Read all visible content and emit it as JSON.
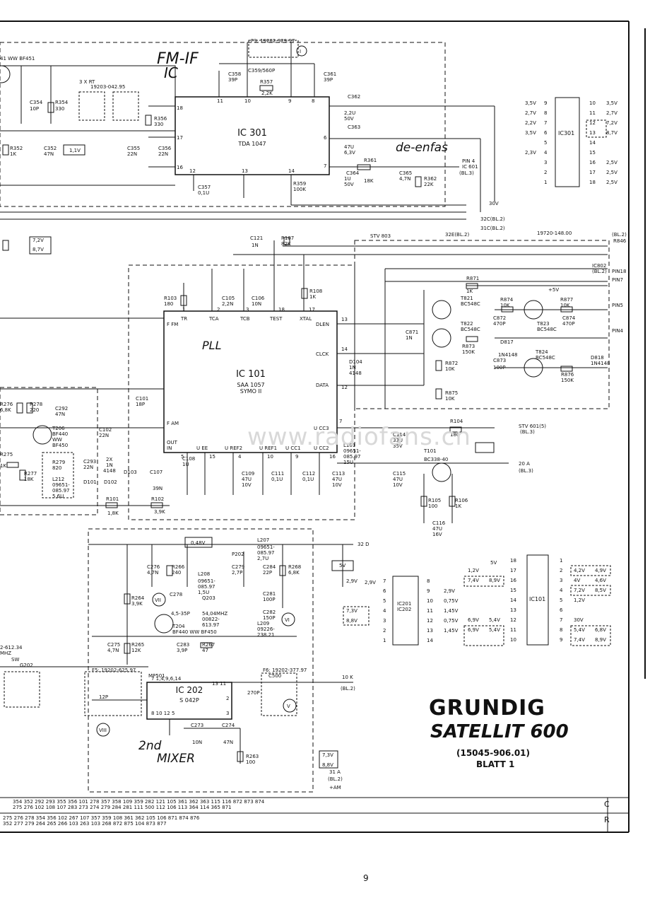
{
  "title_block": {
    "brand": "GRUNDIG",
    "model": "SATELLIT 600",
    "doc_number": "(15045-906.01)",
    "sheet": "BLATT 1",
    "page_number": "9",
    "watermark": "www.radiofans.cn"
  },
  "annotations": {
    "fm_if": "FM-IF",
    "ic": "IC",
    "de_emfasis": "de-enfas",
    "pll": "PLL",
    "second_mixer": "2nd",
    "mixer": "MIXER"
  },
  "ic301": {
    "name": "IC 301",
    "part": "TDA 1047",
    "pins_left": [
      "18",
      "17",
      "16"
    ],
    "pins_top": [
      "11",
      "10",
      "9",
      "8"
    ],
    "pins_bottom": [
      "12",
      "13",
      "14"
    ],
    "pins_right": [
      "6",
      "7"
    ]
  },
  "ic101": {
    "name": "IC 101",
    "part": "SAA 1057",
    "part2": "SYMO II",
    "pins_top": [
      "TR",
      "TCA",
      "TCB",
      "TEST",
      "XTAL"
    ],
    "pins_top_num": [
      "1",
      "2",
      "3",
      "18",
      "17"
    ],
    "pin_fm": "F FM",
    "pin_am": "F AM",
    "pin_out": "OUT",
    "pin_in": "IN",
    "right_pins": [
      "DLEN",
      "CLCK",
      "DATA"
    ],
    "right_nums": [
      "13",
      "14",
      "12"
    ],
    "bottom_pins": [
      "U EE",
      "U REF2",
      "U REF1",
      "U CC1",
      "U CC2",
      "U CC3"
    ],
    "bottom_nums": [
      "5",
      "15",
      "4",
      "10",
      "9",
      "16",
      "7"
    ]
  },
  "ic202": {
    "name": "IC 202",
    "part": "S 042P",
    "pins_top": "7   1,4,9,6,14",
    "pins_top2": "13  11",
    "pins_bottom": "8   10  12   5",
    "pins_right": [
      "2",
      "3"
    ]
  },
  "ic301_table": {
    "label": "IC301",
    "left_volts": [
      "3,5V",
      "2,7V",
      "2,2V",
      "3,5V",
      "",
      "2,3V",
      "",
      "",
      ""
    ],
    "left_pins": [
      "9",
      "8",
      "7",
      "6",
      "5",
      "4",
      "3",
      "2",
      "1"
    ],
    "right_pins": [
      "10",
      "11",
      "12",
      "13",
      "14",
      "15",
      "16",
      "17",
      "18"
    ],
    "right_volts": [
      "3,5V",
      "2,7V",
      "7,2V",
      "8,7V",
      "",
      "",
      "2,5V",
      "2,5V",
      "2,5V"
    ]
  },
  "ic201_table": {
    "label": "IC201",
    "label2": "IC202",
    "left_pins": [
      "7",
      "6",
      "5",
      "4",
      "3",
      "2",
      "1"
    ],
    "right_pins": [
      "8",
      "9",
      "10",
      "11",
      "12",
      "13",
      "14"
    ],
    "left_volts": [
      "2,9V",
      "",
      "",
      "7,3V",
      "8,8V",
      "",
      ""
    ],
    "right_volts": [
      "",
      "2,9V",
      "0,75V",
      "1,45V",
      "0,75V",
      "1,45V",
      ""
    ]
  },
  "ic101_table": {
    "label": "IC101",
    "top": "5V",
    "left_pins": [
      "18",
      "17",
      "16",
      "15",
      "14",
      "13",
      "12",
      "11",
      "10"
    ],
    "right_pins": [
      "1",
      "2",
      "3",
      "4",
      "5",
      "6",
      "7",
      "8",
      "9"
    ],
    "left_volts": [
      "",
      "1,2V",
      "7,4V",
      "",
      "",
      "",
      "6,9V",
      "6,9V",
      ""
    ],
    "left_volts2": [
      "",
      "",
      "8,9V",
      "",
      "",
      "",
      "5,4V",
      "5,4V",
      ""
    ],
    "right_volts": [
      "",
      "4,2V",
      "4V",
      "7,2V",
      "1,2V",
      "",
      "30V",
      "5,4V",
      "7,4V"
    ],
    "right_volts2": [
      "",
      "4,9V",
      "4,6V",
      "8,5V",
      "",
      "",
      "",
      "6,8V",
      "8,9V"
    ]
  },
  "components": {
    "f3": "F3: 19202-329.97",
    "f5": "F5: 19202-625.97",
    "f6": "F6: 19202-377.97",
    "rt": "3 X RT",
    "rt_part": "19203-042.95",
    "c358": "C358",
    "c358v": "39P",
    "c359": "C359/560P",
    "c361": "C361",
    "c361v": "39P",
    "r357": "R357",
    "r357v": "2,2K",
    "c362": "C362",
    "c362v": "2,2U",
    "c362w": "50V",
    "c363": "C363",
    "c363v": "47U",
    "c363w": "6,3V",
    "c364": "C364",
    "c364v": "1U",
    "c364w": "50V",
    "r361": "R361",
    "r361v": "18K",
    "c365": "C365",
    "c365v": "4,7N",
    "r362": "R362",
    "r362v": "22K",
    "r359": "R359",
    "r359v": "100K",
    "c357": "C357",
    "c357v": "0,1U",
    "c354": "C354",
    "c354v": "10P",
    "r354": "R354",
    "r354v": "330",
    "r356": "R356",
    "r356v": "330",
    "c355": "C355",
    "c355v": "22N",
    "c356": "C356",
    "c356v": "22N",
    "r352": "R352",
    "r352v": "1K",
    "c352": "C352",
    "c352v": "47N",
    "v11": "1,1V",
    "v30": "30V",
    "v72": "7,2V",
    "v87": "8,7V",
    "pin4": "PIN 4",
    "pin4b": "IC 601",
    "pin4c": "(BL.3)",
    "bl2a": "32C(BL.2)",
    "bl2b": "31C(BL.2)",
    "bl2c": "32E(BL.2)",
    "part19720": "19720-148.00",
    "bl2d": "(BL.2)",
    "r846": "R846",
    "ic802": "IC802",
    "ic802b": "(BL.2)",
    "pin18": "PIN18",
    "pin7": "PIN7",
    "pin5": "PIN5",
    "pin4r": "PIN4",
    "c121": "C121",
    "c121v": "1N",
    "r107": "R107",
    "r107v": "82K",
    "stv803": "STV 803",
    "r103": "R103",
    "r103v": "180",
    "c105": "C105",
    "c105v": "2,2N",
    "c106": "C106",
    "c106v": "10N",
    "r108": "R108",
    "r108v": "1K",
    "r871": "R871",
    "r871v": "1K",
    "v5": "+5V",
    "t821": "T821",
    "t821v": "BC548C",
    "r874": "R874",
    "r874v": "10K",
    "r877": "R877",
    "r877v": "10K",
    "t822": "T822",
    "t822v": "BC548C",
    "c872": "C872",
    "c872v": "470P",
    "t823": "T823",
    "t823v": "BC548C",
    "c874": "C874",
    "c874v": "470P",
    "c871": "C871",
    "c871v": "1N",
    "r873": "R873",
    "r873v": "150K",
    "d817": "D817",
    "d817v": "1N4148",
    "t824": "T824",
    "t824v": "BC548C",
    "d818": "D818",
    "d818v": "1N4148",
    "r872": "R872",
    "r872v": "10K",
    "c873": "C873",
    "c873v": "100P",
    "r876": "R876",
    "r876v": "150K",
    "r875": "R875",
    "r875v": "10K",
    "d104": "D104",
    "d104v": "1N",
    "d104w": "4148",
    "c101": "C101",
    "c101v": "18P",
    "c102": "C102",
    "c102v": "22N",
    "r104": "R104",
    "r104v": "180",
    "stv601": "STV 601(5)",
    "stv601b": "(BL.3)",
    "c114": "C114",
    "c114v": "33U",
    "c114w": "35V",
    "l101": "L101",
    "l101v": "09651-",
    "l101w": "085.97",
    "l101x": "15U",
    "t101": "T101",
    "t101v": "BC338-40",
    "am20": "20 A",
    "am20b": "(BL.3)",
    "c108": "C108",
    "c108v": "1U",
    "c109": "C109",
    "c109v": "47U",
    "c109w": "10V",
    "c111": "C111",
    "c111v": "0,1U",
    "c112": "C112",
    "c112v": "0,1U",
    "c113": "C113",
    "c113v": "47U",
    "c113w": "10V",
    "c115": "C115",
    "c115v": "47U",
    "c115w": "10V",
    "r105": "R105",
    "r105v": "100",
    "r106": "R106",
    "r106v": "1K",
    "c116": "C116",
    "c116v": "47U",
    "c116w": "16V",
    "r101": "R101",
    "r101v": "1,8K",
    "r102": "R102",
    "r102v": "3,9K",
    "c107": "C107",
    "c107v": "39N",
    "d101": "D101",
    "d102": "D102",
    "d103": "D103",
    "d2x": "2X",
    "d1n": "1N",
    "d4148": "4148",
    "c293": "C293",
    "c293v": "22N",
    "r276": "R276",
    "r276v": "6,8K",
    "r278": "R278",
    "r278v": "220",
    "c292": "C292",
    "c292v": "47N",
    "t206": "T206",
    "t206v": "BF440",
    "t206w": "WW",
    "t206x": "BF450",
    "r275": "R275",
    "r275v": "1K",
    "r277": "R277",
    "r277v": "18K",
    "r279": "R279",
    "r279v": "820",
    "l212": "L212",
    "l212v": "09651-",
    "l212w": "085.97",
    "l212x": "5,6U",
    "bf451": "41 WW BF451",
    "l207": "L207",
    "l207v": "09651-",
    "l207w": "085.97",
    "l207x": "2,7U",
    "v048": "0,48V",
    "p202": "P202",
    "d32": "32 D",
    "c276": "C276",
    "c276v": "4,7N",
    "r266": "R266",
    "r266v": "240",
    "l208": "L208",
    "l208v": "09651-",
    "l208w": "085.97",
    "l208x": "1,5U",
    "c279": "C279",
    "c279v": "2,7P",
    "c284": "C284",
    "c284v": "22P",
    "r268": "R268",
    "r268v": "6,8K",
    "c278": "C278",
    "c278v": "4,5-35P",
    "q203": "Q203",
    "q203v": "54,04MHZ",
    "q203w": "00822-",
    "q203x": "613.97",
    "c281": "C281",
    "c281v": "100P",
    "c282": "C282",
    "c282v": "150P",
    "r264": "R264",
    "r264v": "3,9K",
    "t204": "T204",
    "t204v": "BF440 WW BF450",
    "l209": "L209",
    "l209v": "09226-",
    "l209w": "238.21",
    "c275": "C275",
    "c275v": "4,7N",
    "r265": "R265",
    "r265v": "12K",
    "c283": "C283",
    "c283v": "3,9P",
    "r267": "R267",
    "r267v": "47",
    "v5b": "5V",
    "mp501": "MP501",
    "c500": "C500",
    "c500v": "270P",
    "k10": "10 K",
    "k10b": "(BL.2)",
    "c12p": "12P",
    "c273": "C273",
    "c273v": "10N",
    "c274": "C274",
    "c274v": "47N",
    "r263": "R263",
    "r263v": "100",
    "v73": "7,3V",
    "v88": "8,8V",
    "a31": "31 A",
    "a31b": "(BL.2)",
    "a31c": "+AM",
    "sw": "SW",
    "g202": "G202",
    "f612": "2-612.34",
    "mhz": "MHZ",
    "c_i": "I",
    "c_v": "V",
    "c_vi": "VI",
    "c_vii": "VII",
    "c_viii": "VIII",
    "pin1": "1",
    "pin2": "2",
    "pin3": "3",
    "pin4n": "4",
    "pin5n": "5",
    "pin6n": "6",
    "pin7n": "7",
    "pin8n": "8",
    "pin9n": "9",
    "v29": "2,9V",
    "v12": "1,2V"
  },
  "footer": {
    "row_c": "354  352              292  293          355  356    101  278  357          358    109   359  282  121  105      361       362  363               115  116               872  873                              874",
    "row_c2": "                                   275  276  102  108  107  283  273   274  279  284  281  111  500  112  106  113  364      114  365   871",
    "row_r": "275  276     278  354                               356    102       267      107    357      359  108                361          362  105  106  871   874            876",
    "row_r2": "352  277     279                     264  265              266          103          263    103    268                             872  875  104  873                 877",
    "c": "C",
    "r": "R"
  }
}
